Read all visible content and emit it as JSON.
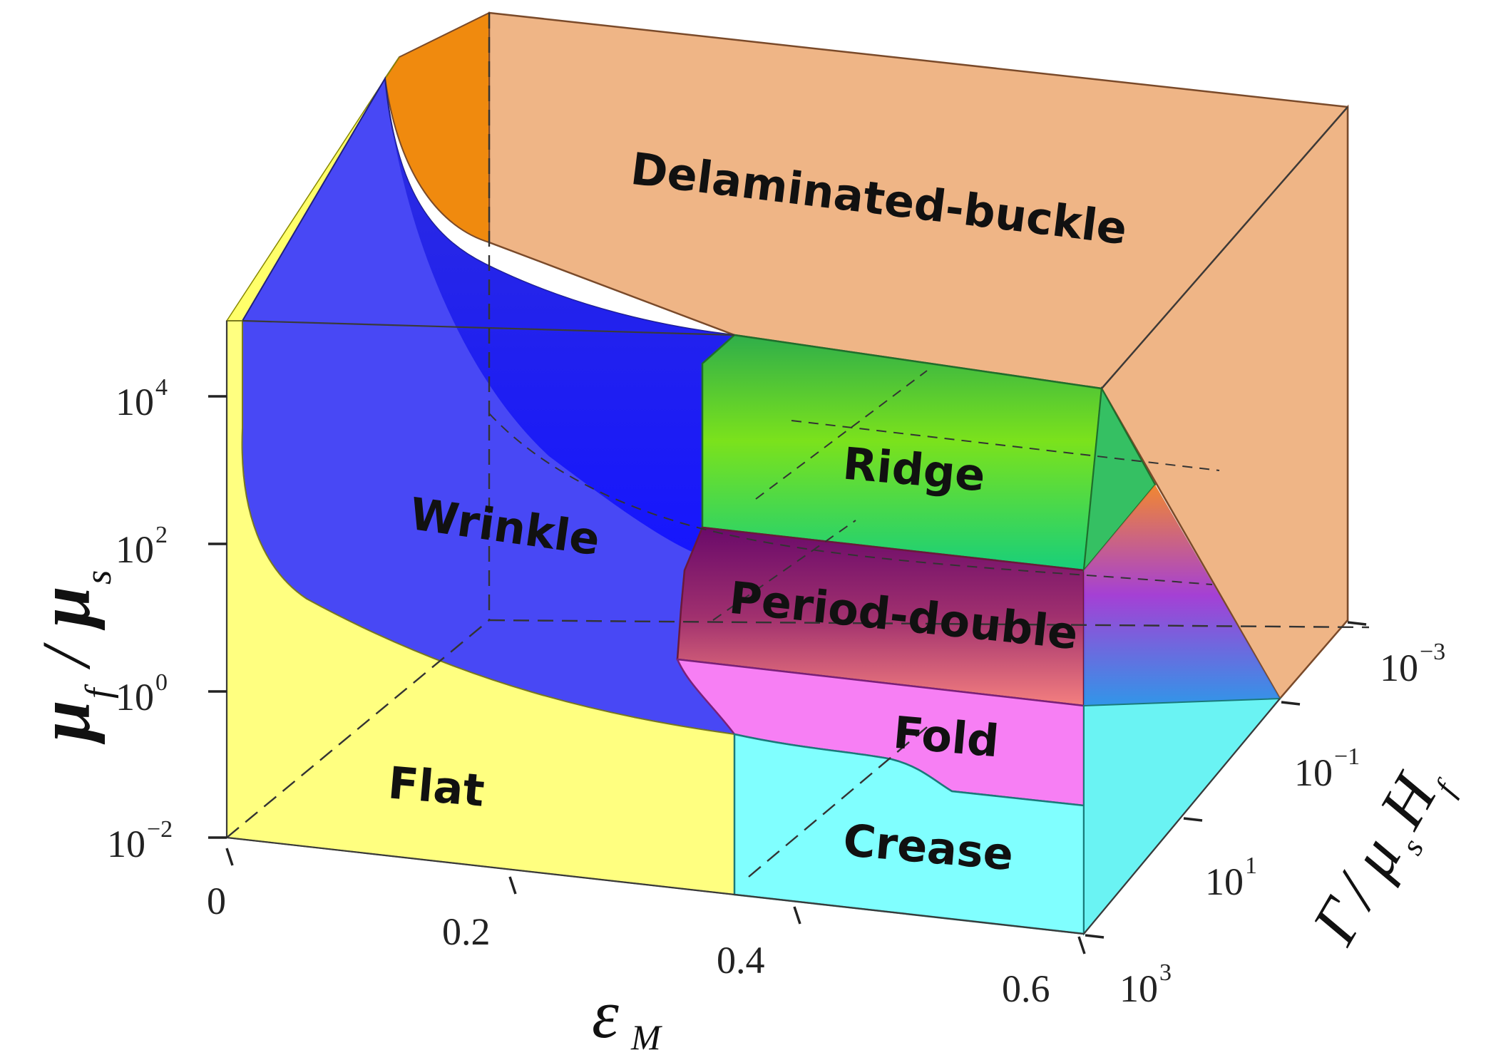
{
  "regions": {
    "delaminated": "Delaminated-buckle",
    "ridge": "Ridge",
    "wrinkle": "Wrinkle",
    "period_double": "Period-double",
    "fold": "Fold",
    "flat": "Flat",
    "crease": "Crease"
  },
  "axes": {
    "x": {
      "ticks": [
        "0",
        "0.2",
        "0.4",
        "0.6"
      ]
    },
    "y": {
      "ticks": [
        {
          "base": "10",
          "exp": "4"
        },
        {
          "base": "10",
          "exp": "2"
        },
        {
          "base": "10",
          "exp": "0"
        },
        {
          "base": "10",
          "exp": "−2"
        }
      ]
    },
    "z": {
      "ticks": [
        {
          "base": "10",
          "exp": "−3"
        },
        {
          "base": "10",
          "exp": "−1"
        },
        {
          "base": "10",
          "exp": "1"
        },
        {
          "base": "10",
          "exp": "3"
        }
      ]
    }
  },
  "colors": {
    "delaminated": "#efb586",
    "delaminated_dark": "#f08a0e",
    "wrinkle": "#4b4bfa",
    "ridge": "#3ad83a",
    "period_double": "#f47f7f",
    "fold": "#f77ff4",
    "flat": "#ffff80",
    "crease": "#80ffff"
  }
}
